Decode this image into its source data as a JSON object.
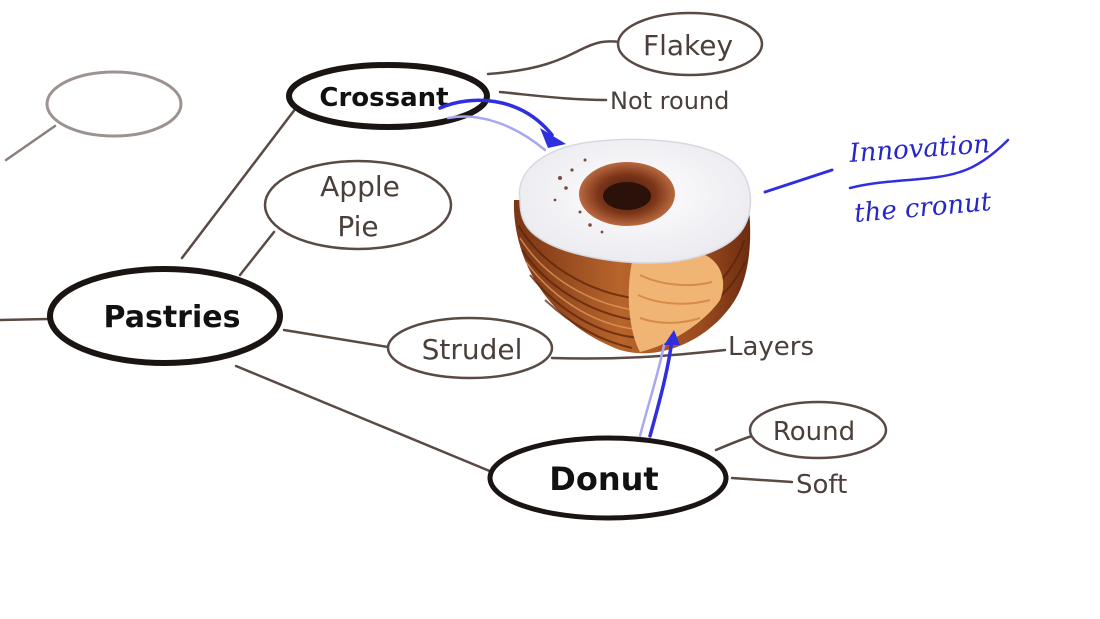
{
  "nodes": {
    "pastries": "Pastries",
    "croissant": "Crossant",
    "donut": "Donut",
    "apple_pie_line1": "Apple",
    "apple_pie_line2": "Pie",
    "strudel": "Strudel",
    "flakey": "Flakey",
    "round": "Round"
  },
  "attributes": {
    "not_round": "Not round",
    "layers": "Layers",
    "soft": "Soft"
  },
  "annotation": {
    "line1": "Innovation",
    "line2": "the cronut"
  },
  "colors": {
    "ink_dark": "#1a1412",
    "ink_brown": "#5a4a45",
    "ink_gray": "#8a807c",
    "annotation_blue": "#2626c9",
    "arrow_blue": "#2f2fe0"
  },
  "icons": {
    "cronut": "cronut-illustration"
  }
}
